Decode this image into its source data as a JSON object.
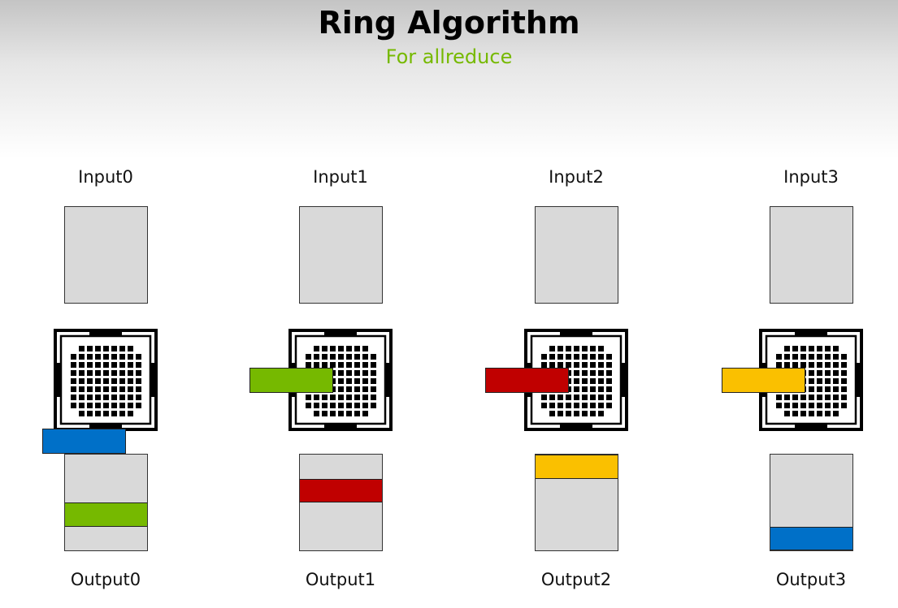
{
  "header": {
    "title": "Ring Algorithm",
    "subtitle": "For allreduce"
  },
  "colors": {
    "buffer_fill": "#d9d9d9",
    "green": "#76b900",
    "red": "#c00000",
    "yellow": "#fac000",
    "blue": "#0070c8",
    "subtitle": "#76b900"
  },
  "nodes": [
    {
      "input_label": "Input0",
      "output_label": "Output0",
      "moving_chunk_color": "blue",
      "moving_chunk_side": "bottom",
      "output_segment": {
        "color": "green",
        "index": 2,
        "count": 4
      }
    },
    {
      "input_label": "Input1",
      "output_label": "Output1",
      "moving_chunk_color": "green",
      "moving_chunk_side": "left",
      "output_segment": {
        "color": "red",
        "index": 1,
        "count": 4
      }
    },
    {
      "input_label": "Input2",
      "output_label": "Output2",
      "moving_chunk_color": "red",
      "moving_chunk_side": "left",
      "output_segment": {
        "color": "yellow",
        "index": 0,
        "count": 4
      }
    },
    {
      "input_label": "Input3",
      "output_label": "Output3",
      "moving_chunk_color": "yellow",
      "moving_chunk_side": "left",
      "output_segment": {
        "color": "blue",
        "index": 3,
        "count": 4
      }
    }
  ]
}
